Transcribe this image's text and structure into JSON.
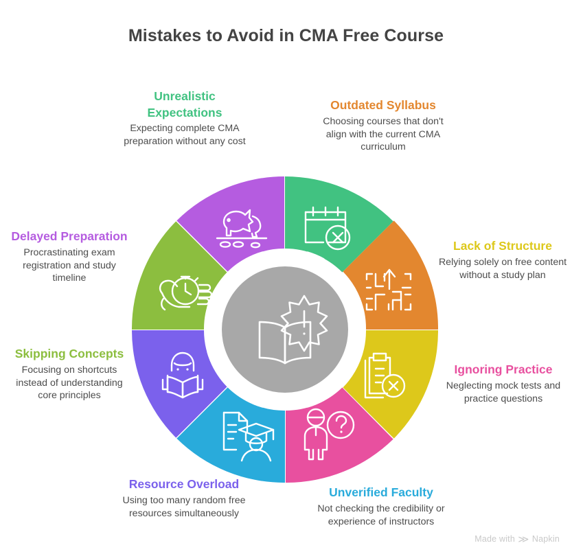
{
  "page": {
    "title": "Mistakes to Avoid in CMA Free Course",
    "background_color": "#ffffff",
    "title_color": "#434343"
  },
  "center": {
    "circle_color": "#a8a8a8",
    "icon_name": "open-book-with-warning-burst-icon",
    "icon_stroke": "#ffffff"
  },
  "watermark": {
    "prefix": "Made with",
    "brand": "Napkin",
    "mark": "≫",
    "color": "#c9c9c9"
  },
  "wheel": {
    "segment_count": 8,
    "segments": [
      {
        "key": "unrealistic-expectations",
        "title": "Unrealistic Expectations",
        "description": "Expecting complete CMA preparation without any cost",
        "color": "#41c281",
        "icon_name": "broken-piggy-bank-icon",
        "angle_start": -90,
        "angle_end": -45
      },
      {
        "key": "outdated-syllabus",
        "title": "Outdated Syllabus",
        "description": "Choosing courses that don't align with the current CMA curriculum",
        "color": "#e3872f",
        "icon_name": "calendar-cancel-icon",
        "angle_start": -45,
        "angle_end": 0
      },
      {
        "key": "lack-of-structure",
        "title": "Lack of Structure",
        "description": "Relying solely on free content without a study plan",
        "color": "#ddc81b",
        "icon_name": "maze-arrow-icon",
        "angle_start": 0,
        "angle_end": 45
      },
      {
        "key": "ignoring-practice",
        "title": "Ignoring Practice",
        "description": "Neglecting mock tests and practice questions",
        "color": "#e8509f",
        "icon_name": "clipboard-cancel-icon",
        "angle_start": 45,
        "angle_end": 90
      },
      {
        "key": "unverified-faculty",
        "title": "Unverified Faculty",
        "description": "Not checking the credibility or experience of instructors",
        "color": "#29abdb",
        "icon_name": "person-question-mark-icon",
        "angle_start": 90,
        "angle_end": 135
      },
      {
        "key": "resource-overload",
        "title": "Resource Overload",
        "description": "Using too many random free resources simultaneously",
        "color": "#7b61ec",
        "icon_name": "document-graduate-icon",
        "angle_start": 135,
        "angle_end": 180
      },
      {
        "key": "skipping-concepts",
        "title": "Skipping Concepts",
        "description": "Focusing on shortcuts instead of understanding core principles",
        "color": "#8cbe3f",
        "icon_name": "person-reading-book-icon",
        "angle_start": 180,
        "angle_end": 225
      },
      {
        "key": "delayed-preparation",
        "title": "Delayed Preparation",
        "description": "Procrastinating exam registration and study timeline",
        "color": "#b55ce0",
        "icon_name": "hand-holding-stopwatch-icon",
        "angle_start": 225,
        "angle_end": 270
      }
    ]
  }
}
